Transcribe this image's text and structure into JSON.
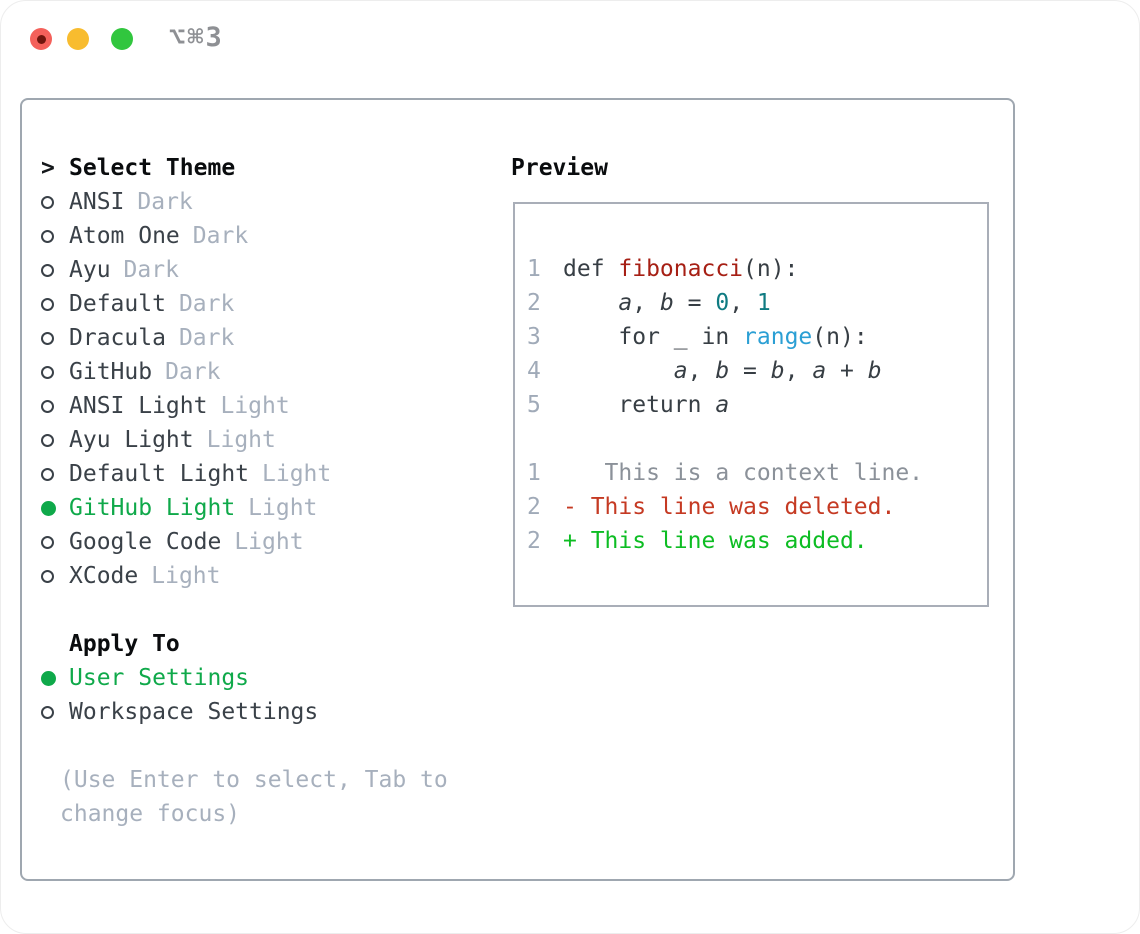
{
  "window": {
    "shortcut": "⌥⌘3",
    "buttons": [
      "close",
      "minimize",
      "zoom"
    ]
  },
  "theme_picker": {
    "title_prefix": ">",
    "title": "Select Theme",
    "themes": [
      {
        "name": "ANSI",
        "tag": "Dark",
        "selected": false
      },
      {
        "name": "Atom One",
        "tag": "Dark",
        "selected": false
      },
      {
        "name": "Ayu",
        "tag": "Dark",
        "selected": false
      },
      {
        "name": "Default",
        "tag": "Dark",
        "selected": false
      },
      {
        "name": "Dracula",
        "tag": "Dark",
        "selected": false
      },
      {
        "name": "GitHub",
        "tag": "Dark",
        "selected": false
      },
      {
        "name": "ANSI Light",
        "tag": "Light",
        "selected": false
      },
      {
        "name": "Ayu Light",
        "tag": "Light",
        "selected": false
      },
      {
        "name": "Default Light",
        "tag": "Light",
        "selected": false
      },
      {
        "name": "GitHub Light",
        "tag": "Light",
        "selected": true
      },
      {
        "name": "Google Code",
        "tag": "Light",
        "selected": false
      },
      {
        "name": "XCode",
        "tag": "Light",
        "selected": false
      }
    ],
    "apply_to": {
      "title": "Apply To",
      "options": [
        {
          "name": "User Settings",
          "selected": true
        },
        {
          "name": "Workspace Settings",
          "selected": false
        }
      ]
    },
    "hint": "(Use Enter to select, Tab to change focus)"
  },
  "preview": {
    "title": "Preview",
    "code_lines": [
      {
        "num": "1",
        "tokens": [
          {
            "t": "def ",
            "s": "keyword"
          },
          {
            "t": "fibonacci",
            "s": "function"
          },
          {
            "t": "(n):",
            "s": "plain"
          }
        ]
      },
      {
        "num": "2",
        "tokens": [
          {
            "t": "    ",
            "s": "plain"
          },
          {
            "t": "a",
            "s": "variable"
          },
          {
            "t": ", ",
            "s": "plain"
          },
          {
            "t": "b",
            "s": "variable"
          },
          {
            "t": " = ",
            "s": "plain"
          },
          {
            "t": "0",
            "s": "number"
          },
          {
            "t": ", ",
            "s": "plain"
          },
          {
            "t": "1",
            "s": "number"
          }
        ]
      },
      {
        "num": "3",
        "tokens": [
          {
            "t": "    ",
            "s": "plain"
          },
          {
            "t": "for",
            "s": "keyword"
          },
          {
            "t": " _ ",
            "s": "plain"
          },
          {
            "t": "in",
            "s": "keyword"
          },
          {
            "t": " ",
            "s": "plain"
          },
          {
            "t": "range",
            "s": "builtin"
          },
          {
            "t": "(n):",
            "s": "plain"
          }
        ]
      },
      {
        "num": "4",
        "tokens": [
          {
            "t": "        ",
            "s": "plain"
          },
          {
            "t": "a",
            "s": "variable"
          },
          {
            "t": ", ",
            "s": "plain"
          },
          {
            "t": "b",
            "s": "variable"
          },
          {
            "t": " = ",
            "s": "plain"
          },
          {
            "t": "b",
            "s": "variable"
          },
          {
            "t": ", ",
            "s": "plain"
          },
          {
            "t": "a",
            "s": "variable"
          },
          {
            "t": " + ",
            "s": "plain"
          },
          {
            "t": "b",
            "s": "variable"
          }
        ]
      },
      {
        "num": "5",
        "tokens": [
          {
            "t": "    ",
            "s": "plain"
          },
          {
            "t": "return",
            "s": "keyword"
          },
          {
            "t": " ",
            "s": "plain"
          },
          {
            "t": "a",
            "s": "variable"
          }
        ]
      }
    ],
    "diff_lines": [
      {
        "num": "1",
        "content": "   This is a context line.",
        "kind": "context"
      },
      {
        "num": "2",
        "content": "- This line was deleted.",
        "kind": "deleted"
      },
      {
        "num": "2",
        "content": "+ This line was added.",
        "kind": "added"
      }
    ]
  },
  "colors": {
    "tl_red": "#f4605a",
    "tl_red_dot": "#70150d",
    "tl_yellow": "#f8bc2f",
    "tl_green": "#31c63e",
    "shortcut_gray": "#8e9094",
    "panel_border": "#9fa7b0",
    "box_border": "#a9aeb8",
    "text_dark": "#3a4148",
    "tag_gray": "#a7b0bd",
    "hint_gray": "#a7b0bd",
    "line_num": "#a0aab8",
    "green_sel": "#0fa94a",
    "code_keyword": "#373e44",
    "code_plain": "#373e44",
    "code_function": "#a61f14",
    "code_number": "#0f7b82",
    "code_builtin": "#2b9fd4",
    "diff_context": "#8b9199",
    "diff_red": "#c53a23",
    "diff_green": "#0dbd23"
  }
}
